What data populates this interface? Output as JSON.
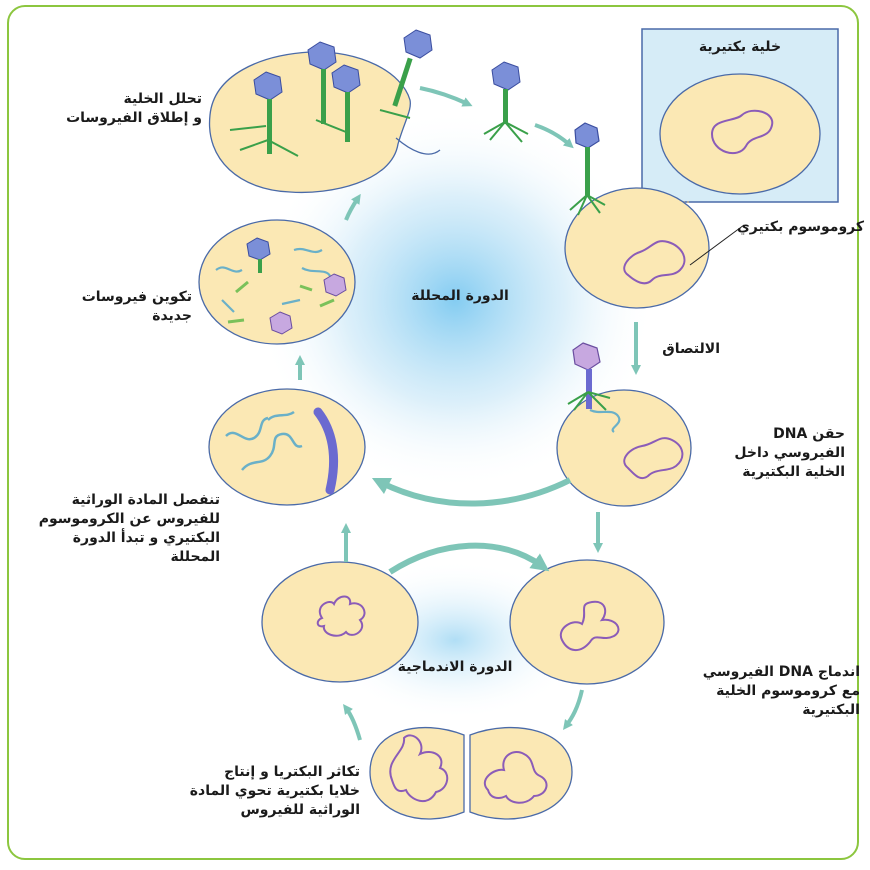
{
  "labels": {
    "bacterial_cell": "خلية بكتيرية",
    "bacterial_chromosome": "كروموسوم بكتيري",
    "lysis_release": "تحلل الخلية\nو إطلاق الفيروسات",
    "new_viruses": "تكوين فيروسات\nجديدة",
    "lytic_cycle": "الدورة المحللة",
    "attachment": "الالتصاق",
    "dna_injection": "حقن DNA\nالفيروسي داخل\nالخلية البكتيرية",
    "separation": "تنفصل المادة الوراثية\nللفيروس عن الكروموسوم\nالبكتيري و تبدأ الدورة\nالمحللة",
    "integration": "اندماج DNA الفيروسي\nمع كروموسوم الخلية\nالبكتيرية",
    "lysogenic_cycle": "الدورة الاندماجية",
    "multiplication": "تكاثر البكتريا و إنتاج\nخلايا بكتيرية تحوي المادة\nالوراثية للفيروس"
  },
  "colors": {
    "frame": "#8cc63f",
    "cell_fill": "#fbe8b4",
    "cell_stroke": "#4a6aa8",
    "arrow": "#7ec5b7",
    "virus_head": "#7b8fd8",
    "virus_tail": "#3aa04a",
    "chromosome": "#8b5cb8",
    "viral_dna": "#6ab0c8",
    "inset_fill": "#d6ecf7"
  }
}
